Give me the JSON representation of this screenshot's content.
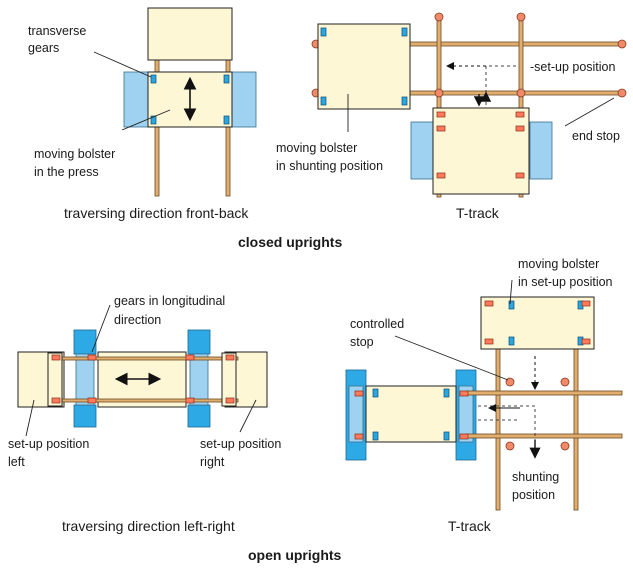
{
  "colors": {
    "bolster": "#fdf7d6",
    "rail": "#e2ae6e",
    "upright_light": "#9fd2f0",
    "upright_dark": "#2da9e6",
    "gear_blue": "#2aa6e0",
    "gear_red": "#ff7a5a",
    "stop": "#f08a6a"
  },
  "icons": [
    "arrow-up-down-icon",
    "arrow-left-right-icon",
    "arrow-left-icon",
    "arrow-down-icon"
  ],
  "closed": {
    "left": {
      "label_gears_1": "transverse",
      "label_gears_2": "gears",
      "label_bolster_1": "moving bolster",
      "label_bolster_2": "in the press",
      "caption": "traversing direction front-back"
    },
    "right": {
      "label_setup": "-set-up position",
      "label_shunting_1": "moving bolster",
      "label_shunting_2": "in shunting position",
      "label_endstop": "end stop",
      "caption": "T-track"
    },
    "heading": "closed uprights"
  },
  "open": {
    "left": {
      "label_gears_1": "gears in longitudinal",
      "label_gears_2": "direction",
      "label_left_1": "set-up position",
      "label_left_2": "left",
      "label_right_1": "set-up position",
      "label_right_2": "right",
      "caption": "traversing direction left-right"
    },
    "right": {
      "label_bolster_1": "moving bolster",
      "label_bolster_2": "in set-up position",
      "label_stop_1": "controlled",
      "label_stop_2": "stop",
      "label_shunt_1": "shunting",
      "label_shunt_2": "position",
      "caption": "T-track"
    },
    "heading": "open uprights"
  }
}
